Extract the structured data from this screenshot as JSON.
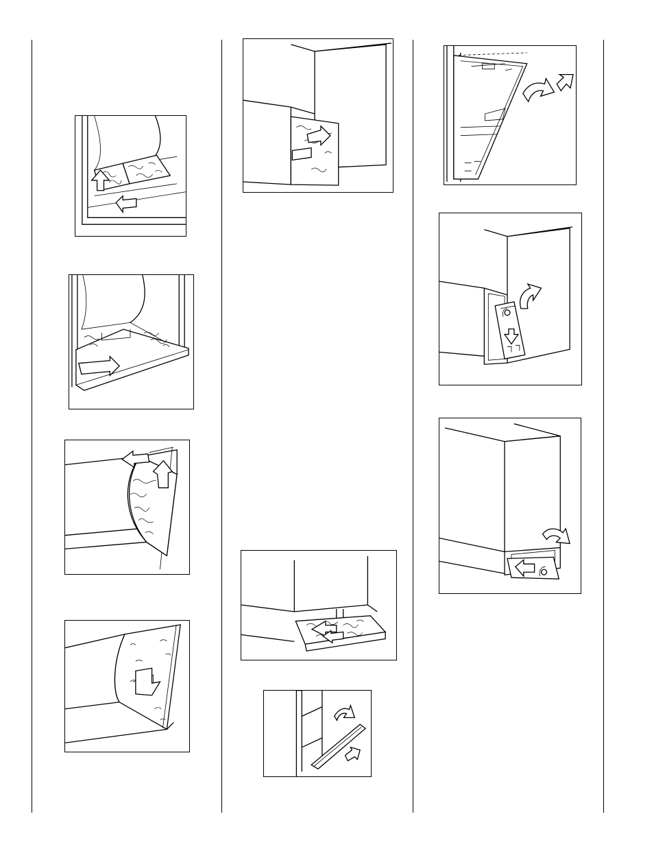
{
  "page": {
    "background": "#ffffff",
    "line_color": "#000000"
  },
  "figures": [
    {
      "id": "figure-1",
      "depicts": "filter-lift-out"
    },
    {
      "id": "figure-2",
      "depicts": "filter-slide-out"
    },
    {
      "id": "figure-3",
      "depicts": "filter-lift-up"
    },
    {
      "id": "figure-4",
      "depicts": "filter-slide-right"
    },
    {
      "id": "figure-5",
      "depicts": "side-filter-pull"
    },
    {
      "id": "figure-6",
      "depicts": "bottom-filter-pull"
    },
    {
      "id": "figure-7",
      "depicts": "bottom-door-swing"
    },
    {
      "id": "figure-8",
      "depicts": "front-panel-tilt"
    },
    {
      "id": "figure-9",
      "depicts": "side-door-lift"
    },
    {
      "id": "figure-10",
      "depicts": "bottom-door-slide"
    }
  ]
}
